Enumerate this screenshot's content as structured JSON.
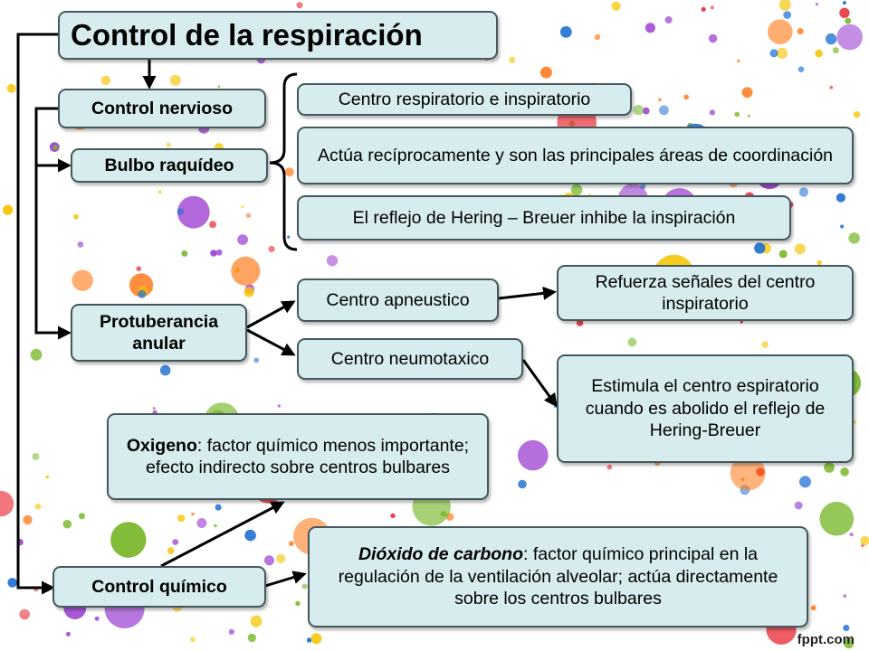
{
  "title": "Control de la respiración",
  "nodes": {
    "control_nervioso": "Control nervioso",
    "bulbo_raquideo": "Bulbo raquídeo",
    "centro_respiratorio": "Centro respiratorio e inspiratorio",
    "actua_reciprocamente": "Actúa recíprocamente y son las principales áreas de coordinación",
    "reflejo_hering": "El reflejo de Hering – Breuer inhibe la inspiración",
    "protuberancia_anular": "Protuberancia anular",
    "centro_apneustico": "Centro apneustico",
    "centro_neumotaxico": "Centro neumotaxico",
    "refuerza_senales": "Refuerza señales del centro inspiratorio",
    "estimula_centro": "Estimula el centro espiratorio cuando es abolido el reflejo de Hering-Breuer",
    "oxigeno_term": "Oxigeno",
    "oxigeno_desc": ": factor químico menos importante; efecto indirecto sobre centros bulbares",
    "dioxido_term": "Dióxido de carbono",
    "dioxido_desc": ": factor químico principal en la regulación de la ventilación alveolar; actúa directamente sobre los centros bulbares",
    "control_quimico": "Control químico"
  },
  "watermark": "fppt.com",
  "colors": {
    "box_fill": "#d6ecee",
    "box_border": "#46585c",
    "arrow": "#000000",
    "splatter": [
      "#e8202a",
      "#7ab82c",
      "#9b3fd1",
      "#1f6fd1",
      "#f5c400",
      "#ff7a1a"
    ]
  }
}
